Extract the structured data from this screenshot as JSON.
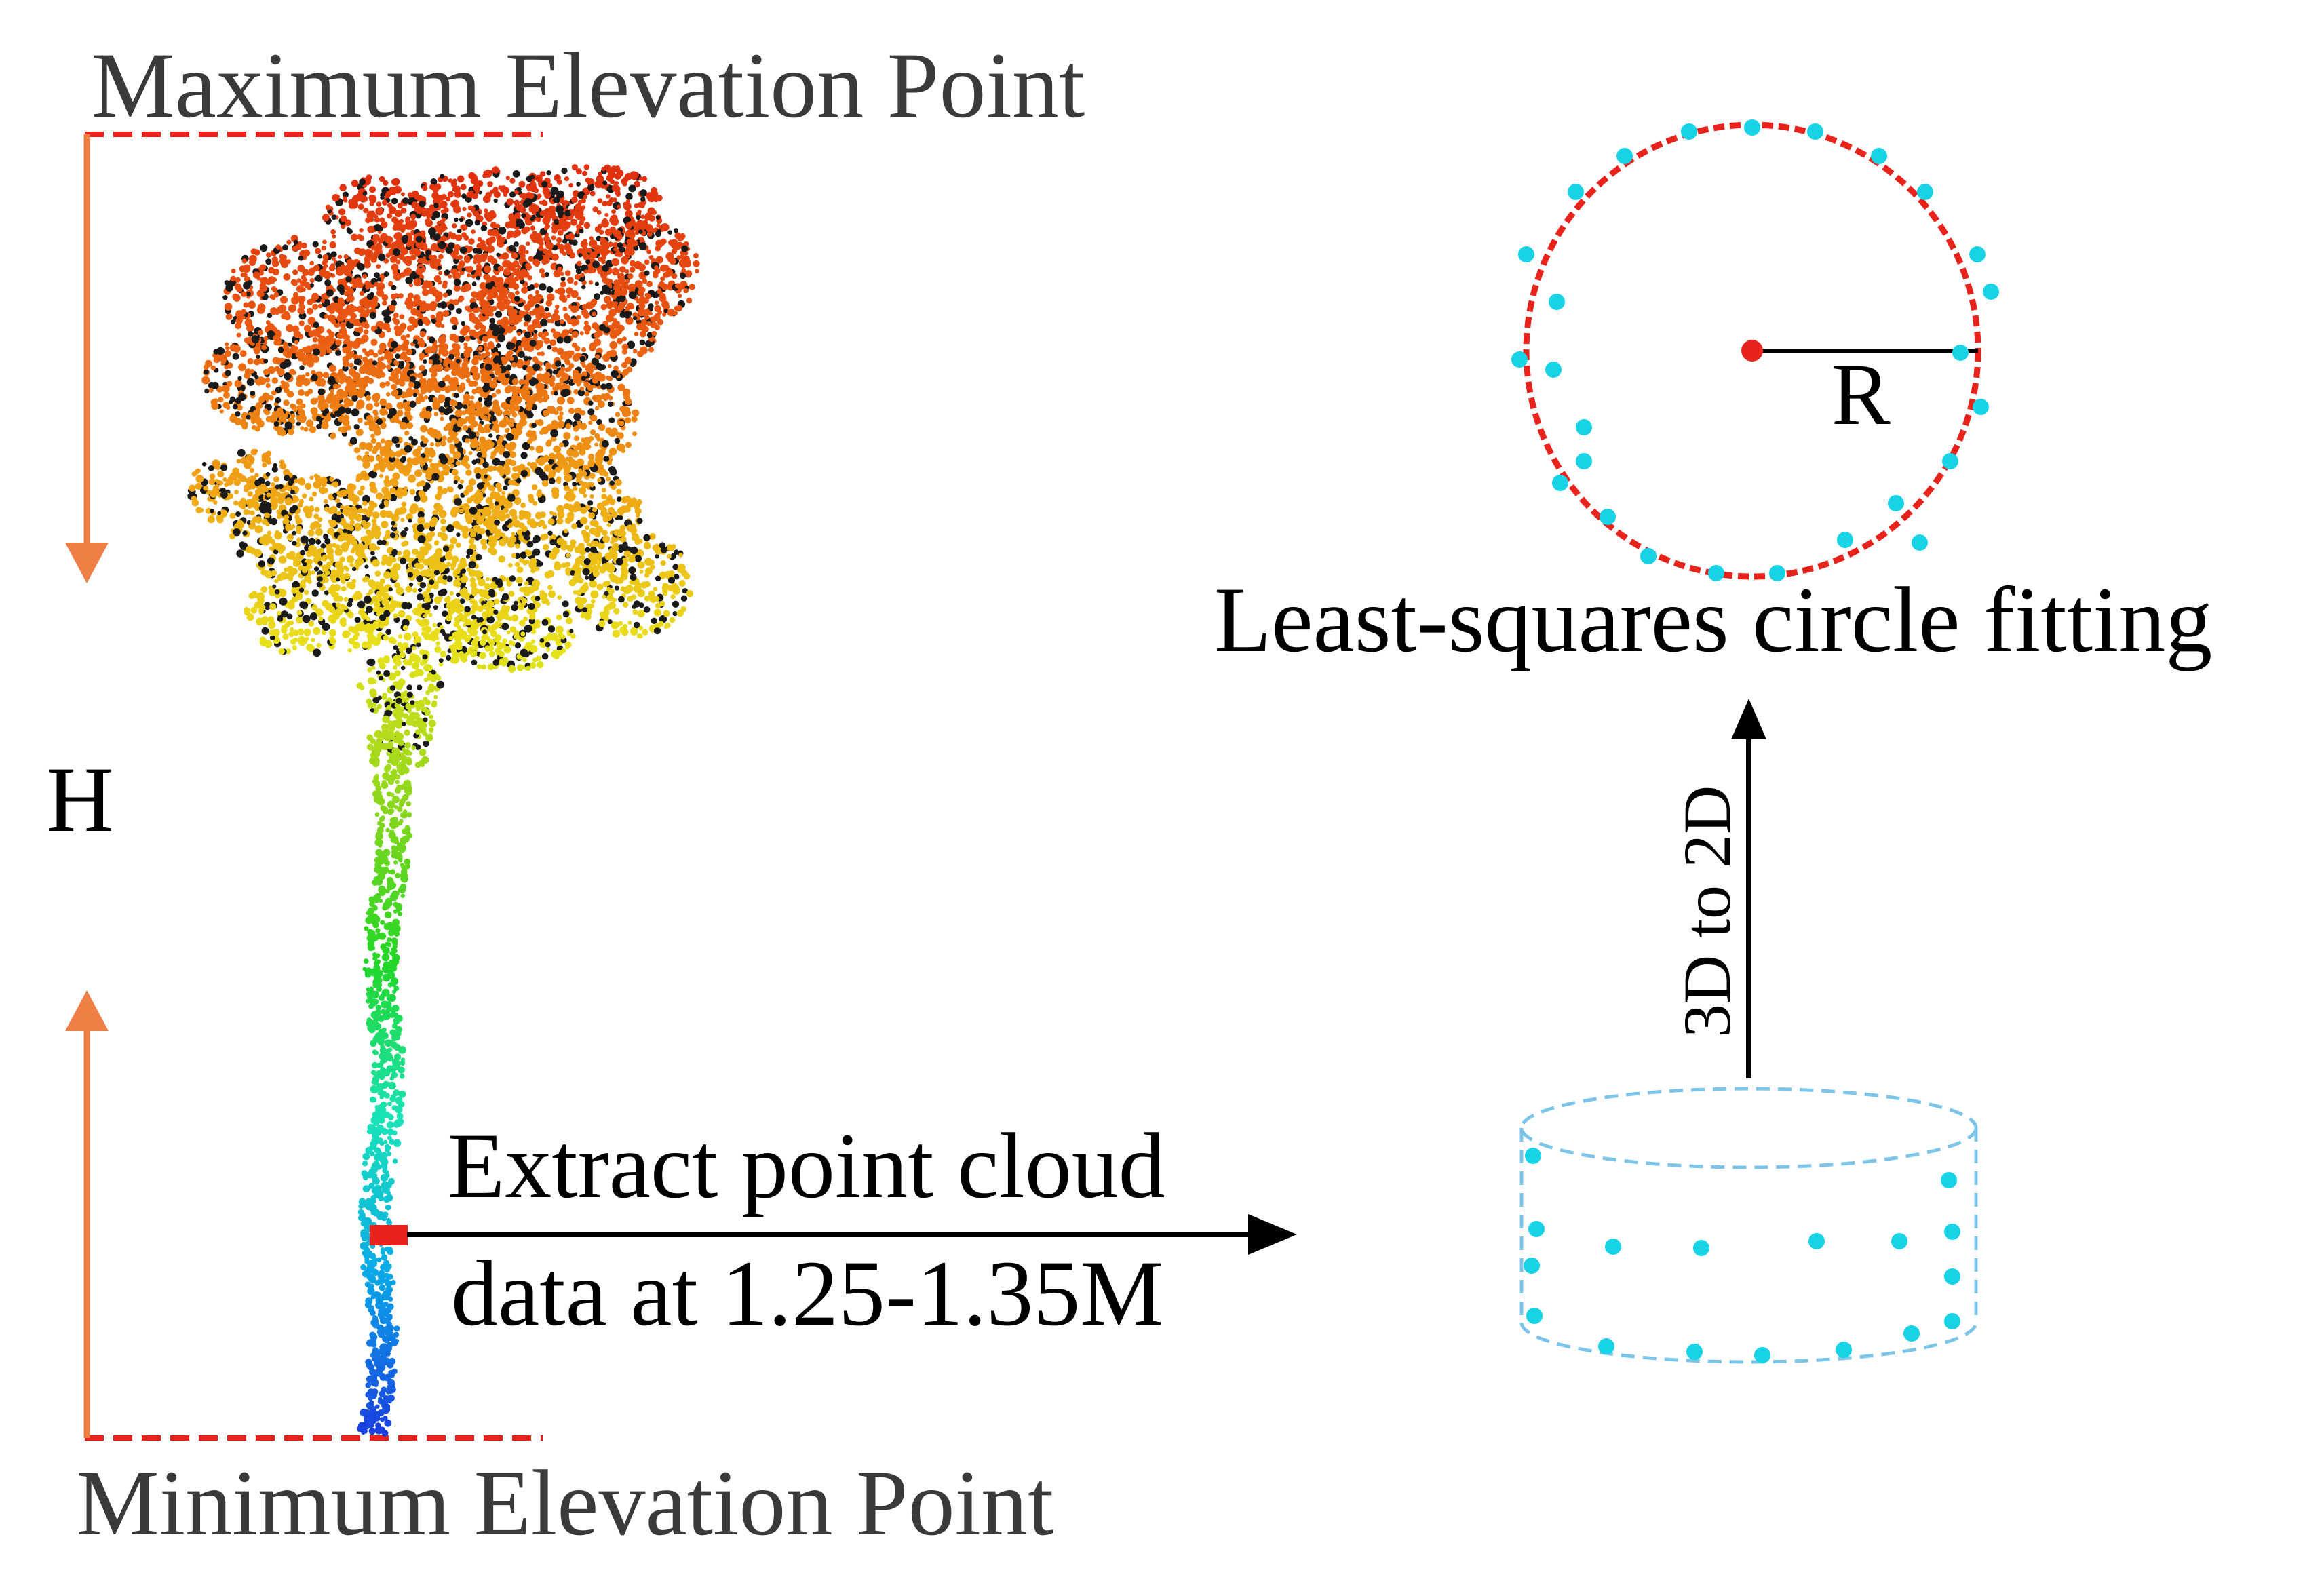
{
  "labels": {
    "max_elevation": "Maximum Elevation Point",
    "min_elevation": "Minimum Elevation Point",
    "height": "H",
    "extract_line1": "Extract point cloud",
    "extract_line2": "data at 1.25-1.35M",
    "transform": "3D to 2D",
    "fitting": "Least-squares circle fitting",
    "radius": "R"
  },
  "colors": {
    "guide_dashes": "#e8231c",
    "height_arrows": "#ee7f45",
    "arrows": "#000000",
    "circle": "#e8231c",
    "points": "#18d2e6",
    "cylinder": "#7cc4e8",
    "text_gray": "#3a3a3a",
    "text_black": "#000000"
  },
  "tree_gradient": [
    "#1a3fe0",
    "#0aa8e8",
    "#19e3b8",
    "#22d626",
    "#8ad61c",
    "#e8e21a",
    "#f0a515",
    "#ea5a12",
    "#e0300f"
  ]
}
